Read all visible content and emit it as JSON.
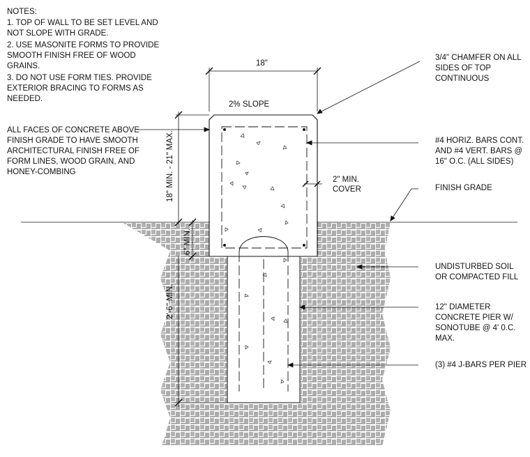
{
  "notes": {
    "title": "NOTES:",
    "lines": [
      "1.   TOP OF WALL TO BE SET LEVEL AND",
      "      NOT SLOPE WITH GRADE.",
      "2.   USE MASONITE FORMS TO PROVIDE",
      "      SMOOTH FINISH FREE OF WOOD",
      "      GRAINS.",
      "3.   DO NOT USE FORM TIES. PROVIDE",
      "      EXTERIOR BRACING TO FORMS AS",
      "      NEEDED."
    ]
  },
  "callouts": {
    "concrete_faces": [
      "ALL FACES OF CONCRETE ABOVE",
      "FINISH GRADE TO HAVE SMOOTH",
      "ARCHITECTURAL FINISH FREE OF",
      "FORM LINES, WOOD GRAIN, AND",
      "HONEY-COMBING"
    ],
    "chamfer": [
      "3/4\" CHAMFER ON ALL",
      "SIDES OF TOP",
      "CONTINUOUS"
    ],
    "bars": [
      "#4 HORIZ. BARS CONT.",
      "AND #4 VERT. BARS @",
      "16\" O.C. (ALL SIDES)"
    ],
    "cover": [
      "2\" MIN.",
      "COVER"
    ],
    "finish_grade": "FINISH GRADE",
    "soil": [
      "UNDISTURBED SOIL",
      "OR COMPACTED FILL"
    ],
    "pier": [
      "12\" DIAMETER",
      "CONCRETE PIER W/",
      "SONOTUBE @ 4' 0.C.",
      "MAX."
    ],
    "jbars": "(3) #4 J-BARS PER PIER"
  },
  "dimensions": {
    "width": "18\"",
    "slope": "2% SLOPE",
    "wall_height": "18\" MIN. - 21\" MAX.",
    "embed": "6\" MIN.",
    "pier_depth": "2'-6\" MIN."
  }
}
